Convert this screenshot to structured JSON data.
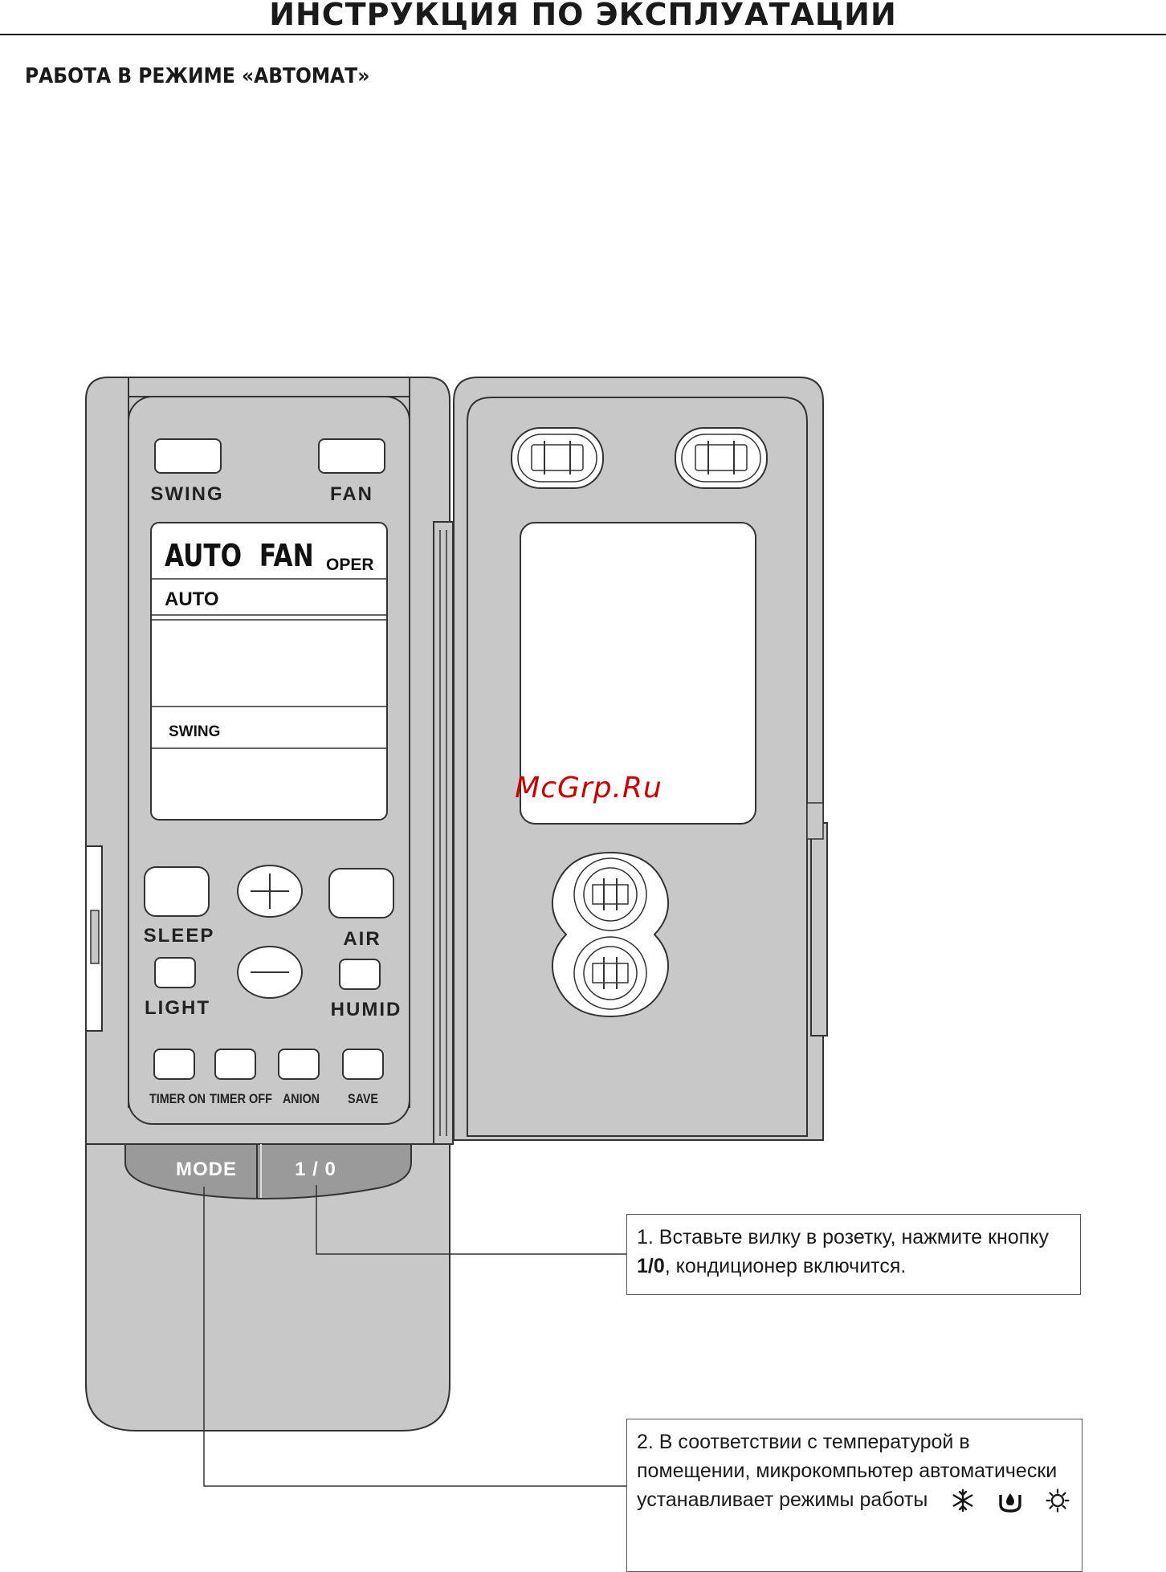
{
  "header": {
    "title": "ИНСТРУКЦИЯ ПО ЭКСПЛУАТАЦИИ"
  },
  "section": {
    "title": "РАБОТА В РЕЖИМЕ «АВТОМАТ»"
  },
  "remote": {
    "buttons": {
      "swing": "SWING",
      "fan": "FAN",
      "sleep": "SLEEP",
      "air": "AIR",
      "light": "LIGHT",
      "humid": "HUMID",
      "timer_on": "TIMER ON",
      "timer_off": "TIMER OFF",
      "anion": "ANION",
      "save": "SAVE",
      "mode": "MODE",
      "power": "1 / 0"
    },
    "display": {
      "fan_label": "AUTO  FAN",
      "oper_label": "OPER",
      "mode_value": "AUTO",
      "swing_label": "SWING"
    }
  },
  "watermark": "McGrp.Ru",
  "notes": {
    "step1": {
      "before": "1. Вставьте вилку в розетку, нажмите кнопку ",
      "bold": "1/0",
      "after": ", кондиционер включится."
    },
    "step2": {
      "text": "2. В соответствии с температурой в помещении, микрокомпьютер автоматически устанавливает режимы работы",
      "mode_icons": [
        "snowflake-icon",
        "dry-drop-icon",
        "sun-icon"
      ]
    }
  },
  "colors": {
    "remote_body": "#c8c8c8",
    "button_fill": "#ffffff",
    "mode_strip": "#9a9a9a",
    "watermark": "#cc0000"
  }
}
